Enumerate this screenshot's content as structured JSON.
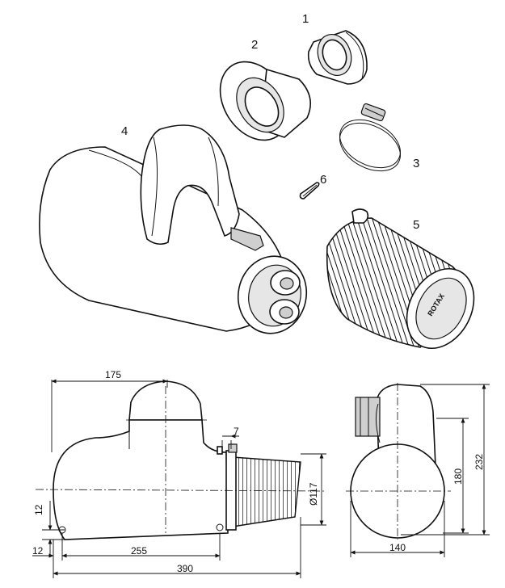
{
  "parts": [
    {
      "id": "1",
      "label": "1"
    },
    {
      "id": "2",
      "label": "2"
    },
    {
      "id": "3",
      "label": "3"
    },
    {
      "id": "4",
      "label": "4"
    },
    {
      "id": "5",
      "label": "5"
    },
    {
      "id": "6",
      "label": "6"
    }
  ],
  "brand": "ROTAX",
  "dimensions": {
    "d175": "175",
    "d7": "7",
    "d117": "Ø117",
    "d12a": "12",
    "d12b": "12",
    "d255": "255",
    "d390": "390",
    "d232": "232",
    "d180": "180",
    "d140": "140"
  }
}
